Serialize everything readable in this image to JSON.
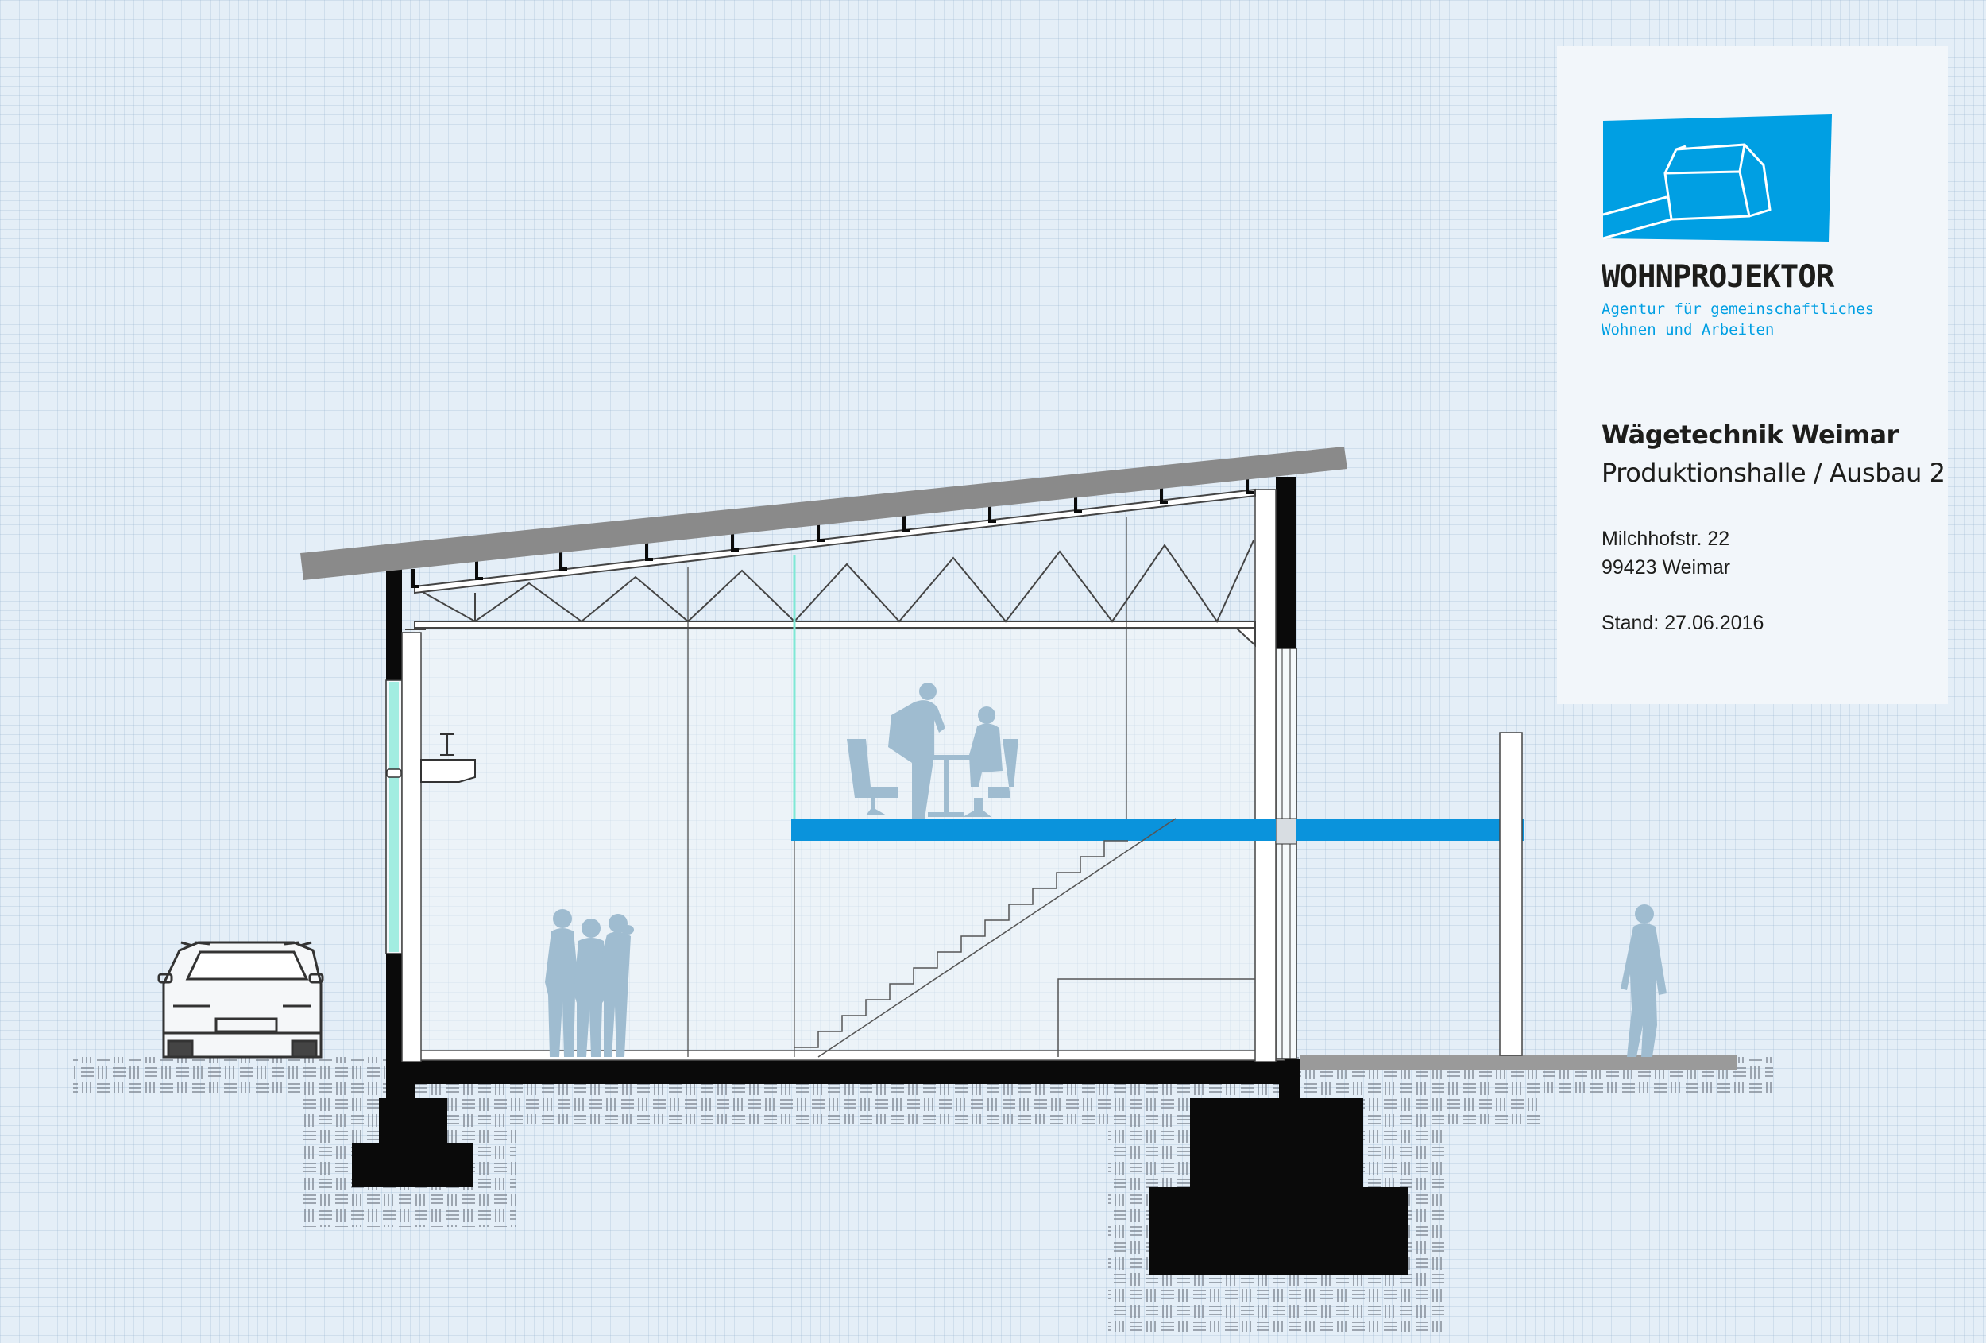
{
  "title_block": {
    "brand": "WOHNPROJEKTOR",
    "tagline_line1": "Agentur für gemeinschaftliches",
    "tagline_line2": "Wohnen und Arbeiten",
    "project_title": "Wägetechnik Weimar",
    "project_subtitle": "Produktionshalle / Ausbau 2",
    "address_line1": "Milchhofstr. 22",
    "address_line2": "99423 Weimar",
    "date_line": "Stand: 27.06.2016"
  },
  "colors": {
    "brand_blue": "#009fe3",
    "floor_blue": "#0a93dc",
    "structure": "#0a0a0a",
    "roof": "#8a8a8a",
    "figures": "#9fbcd0",
    "glazing": "#7fe8d6"
  },
  "icons": [
    "house-logo-icon",
    "car-icon",
    "person-silhouette-icon",
    "chair-icon",
    "table-icon"
  ]
}
